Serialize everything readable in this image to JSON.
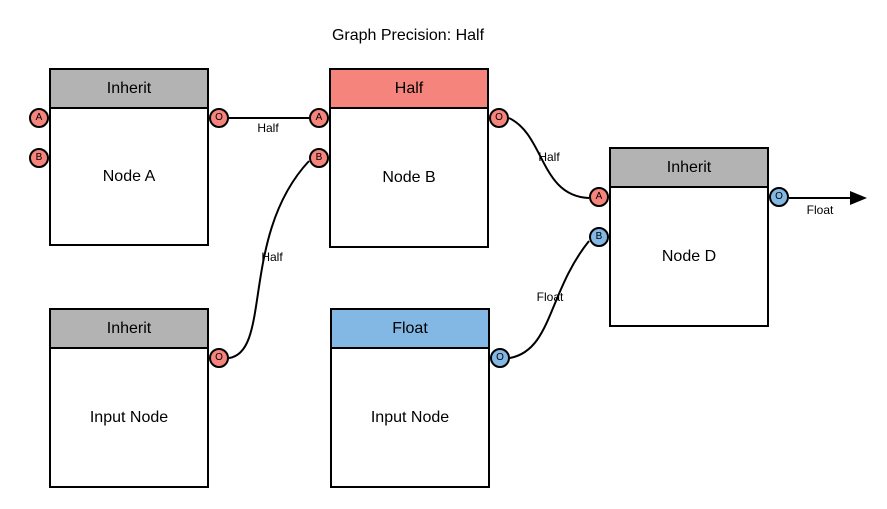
{
  "title": "Graph Precision: Half",
  "colors": {
    "inherit_header": "#b3b3b3",
    "half": "#f5857c",
    "float": "#82b8e3",
    "edge": "#000000",
    "background": "#ffffff"
  },
  "nodes": [
    {
      "id": "node-a",
      "header": "Inherit",
      "label": "Node A",
      "precision": "inherit",
      "ports": [
        {
          "name": "A",
          "side": "left",
          "type": "half"
        },
        {
          "name": "B",
          "side": "left",
          "type": "half"
        },
        {
          "name": "O",
          "side": "right",
          "type": "half"
        }
      ]
    },
    {
      "id": "node-b",
      "header": "Half",
      "label": "Node B",
      "precision": "half",
      "ports": [
        {
          "name": "A",
          "side": "left",
          "type": "half"
        },
        {
          "name": "B",
          "side": "left",
          "type": "half"
        },
        {
          "name": "O",
          "side": "right",
          "type": "half"
        }
      ]
    },
    {
      "id": "node-d",
      "header": "Inherit",
      "label": "Node D",
      "precision": "inherit",
      "ports": [
        {
          "name": "A",
          "side": "left",
          "type": "half"
        },
        {
          "name": "B",
          "side": "left",
          "type": "float"
        },
        {
          "name": "O",
          "side": "right",
          "type": "float"
        }
      ]
    },
    {
      "id": "input-node-left",
      "header": "Inherit",
      "label": "Input Node",
      "precision": "inherit",
      "ports": [
        {
          "name": "O",
          "side": "right",
          "type": "half"
        }
      ]
    },
    {
      "id": "input-node-center",
      "header": "Float",
      "label": "Input Node",
      "precision": "float",
      "ports": [
        {
          "name": "O",
          "side": "right",
          "type": "float"
        }
      ]
    }
  ],
  "edges": [
    {
      "from": "node-a.O",
      "to": "node-b.A",
      "label": "Half"
    },
    {
      "from": "input-node-left.O",
      "to": "node-b.B",
      "label": "Half"
    },
    {
      "from": "node-b.O",
      "to": "node-d.A",
      "label": "Half"
    },
    {
      "from": "input-node-center.O",
      "to": "node-d.B",
      "label": "Float"
    },
    {
      "from": "node-d.O",
      "to": "graph-output",
      "label": "Float"
    }
  ]
}
